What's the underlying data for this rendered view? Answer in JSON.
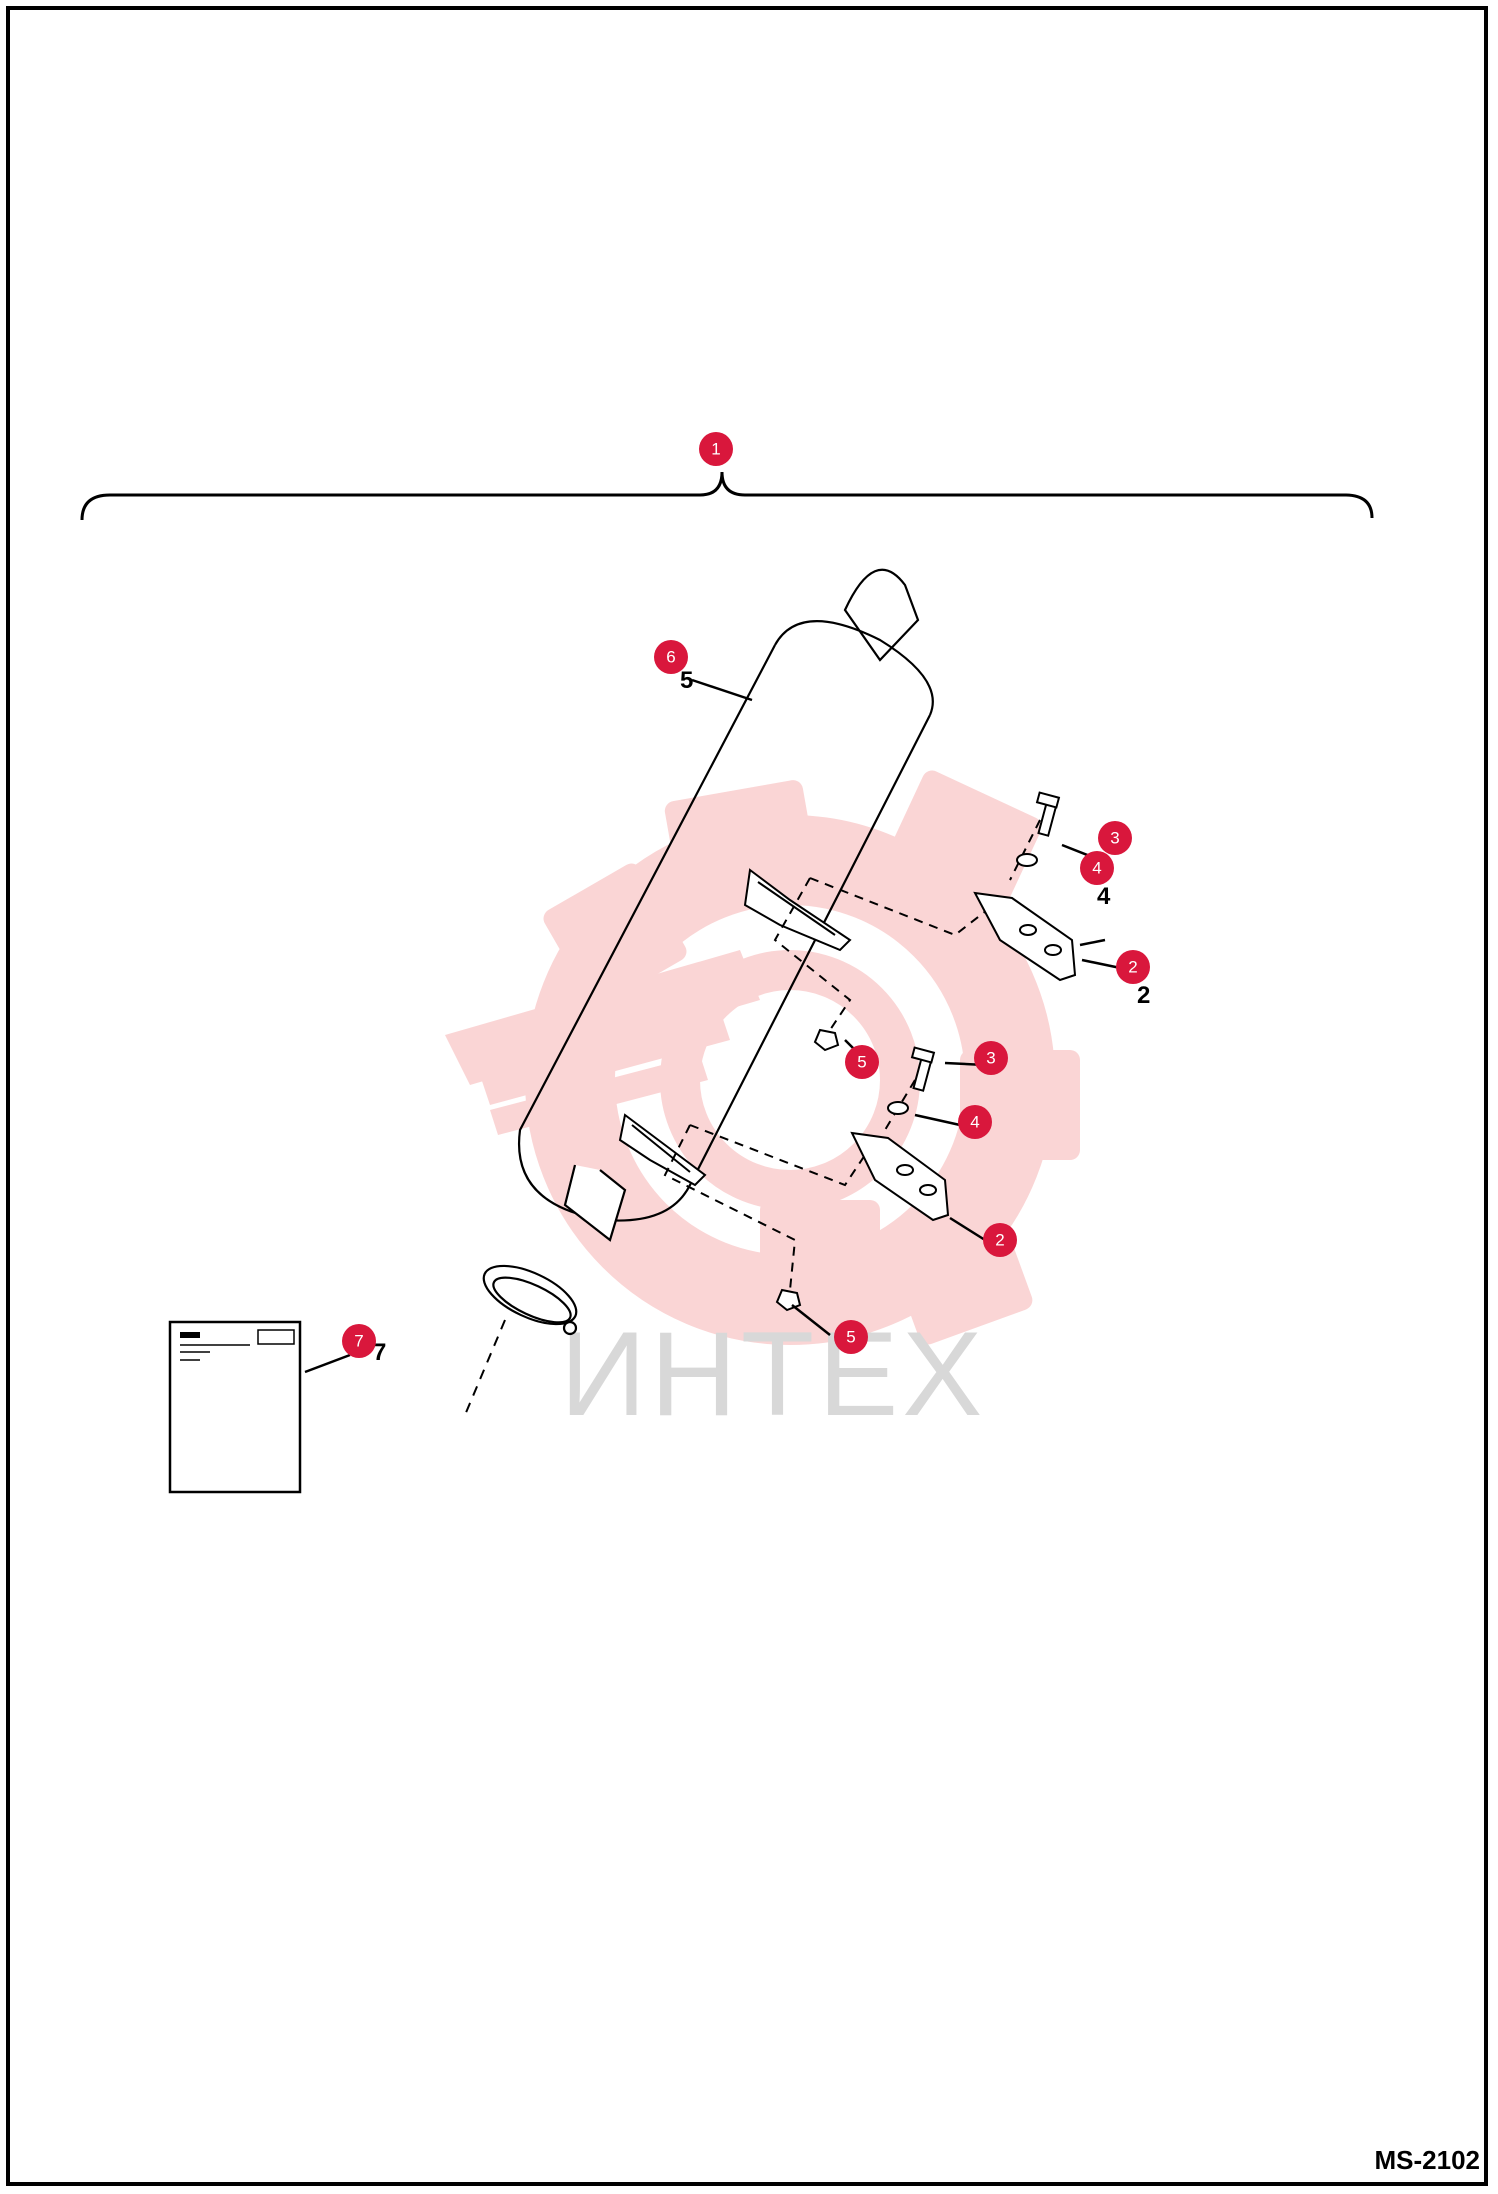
{
  "drawing_id": "MS-2102",
  "watermark": {
    "text": "ИНТЕХ",
    "color": "#f6b3b3"
  },
  "colors": {
    "callout": "#d9173c",
    "line": "#000000"
  },
  "callouts": [
    {
      "label": "1"
    },
    {
      "label": "6"
    },
    {
      "label": "3"
    },
    {
      "label": "4"
    },
    {
      "label": "2"
    },
    {
      "label": "5"
    },
    {
      "label": "3"
    },
    {
      "label": "4"
    },
    {
      "label": "2"
    },
    {
      "label": "5"
    },
    {
      "label": "7"
    }
  ],
  "part_numbers": [
    "5",
    "4",
    "2",
    "7"
  ]
}
